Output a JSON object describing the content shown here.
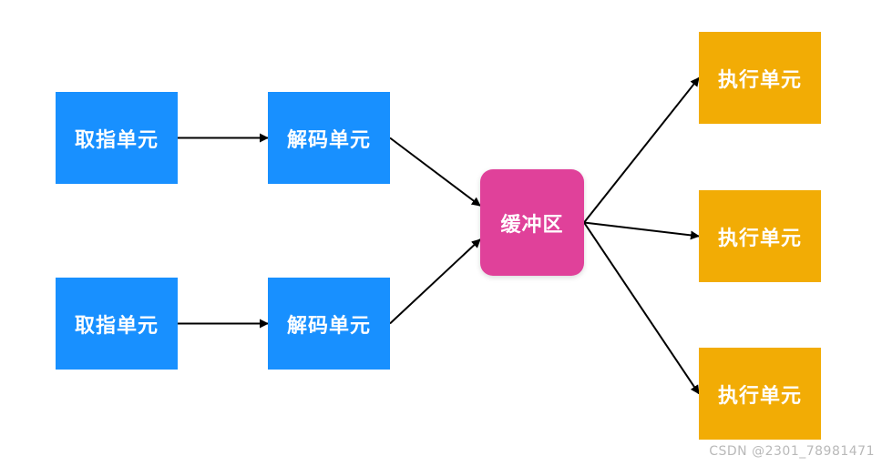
{
  "nodes": {
    "fetch_units": [
      "取指单元",
      "取指单元"
    ],
    "decode_units": [
      "解码单元",
      "解码单元"
    ],
    "buffer": "缓冲区",
    "exec_units": [
      "执行单元",
      "执行单元",
      "执行单元"
    ]
  },
  "colors": {
    "fetch_decode": "#1890ff",
    "buffer": "#e0419a",
    "exec": "#f2ac05",
    "arrow": "#000000"
  },
  "edges": [
    {
      "from": "fetch-1",
      "to": "decode-1"
    },
    {
      "from": "fetch-2",
      "to": "decode-2"
    },
    {
      "from": "decode-1",
      "to": "buffer"
    },
    {
      "from": "decode-2",
      "to": "buffer"
    },
    {
      "from": "buffer",
      "to": "exec-1"
    },
    {
      "from": "buffer",
      "to": "exec-2"
    },
    {
      "from": "buffer",
      "to": "exec-3"
    }
  ],
  "watermark": "CSDN @2301_78981471"
}
